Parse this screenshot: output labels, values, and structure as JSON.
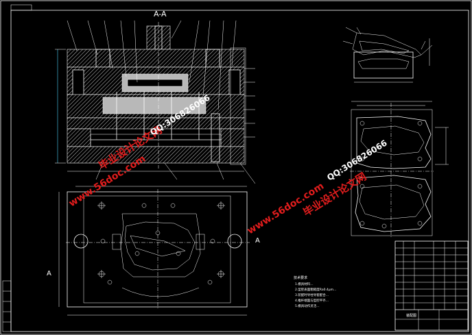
{
  "section_title": "A-A",
  "view_marker_bottom": "A",
  "view_marker_side": "A",
  "notes": {
    "heading": "技术要求",
    "items": [
      "1.模具材料...",
      "2.型腔表面粗糙度Ra0.4μm...",
      "3.装配时导柱导套配合...",
      "4.推杆端面与型腔平齐...",
      "5.模具动作灵活..."
    ]
  },
  "title_block": {
    "label": "装配图"
  },
  "watermarks": {
    "site": "www.56doc.com",
    "qq": "QQ:306826066",
    "brand": "毕业设计论文网"
  },
  "colors": {
    "background": "#000000",
    "lines": "#ffffff",
    "accent": "#4fd8ff",
    "watermark": "#e21d1d"
  }
}
